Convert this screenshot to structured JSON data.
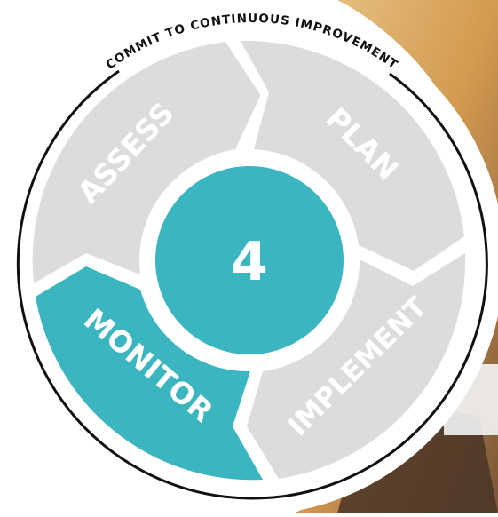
{
  "diagram": {
    "ring_label": "COMMIT TO CONTINUOUS IMPROVEMENT",
    "center_number": "4",
    "stages": [
      {
        "label": "ASSESS",
        "active": false
      },
      {
        "label": "PLAN",
        "active": false
      },
      {
        "label": "IMPLEMENT",
        "active": false
      },
      {
        "label": "MONITOR",
        "active": true
      }
    ]
  },
  "colors": {
    "accent": "#3bb5c0",
    "segment": "#dcdcdc",
    "segment_text": "#ffffff",
    "ring": "#111111",
    "photo_skin": "#d8a25a",
    "photo_shadow": "#5a4030"
  }
}
